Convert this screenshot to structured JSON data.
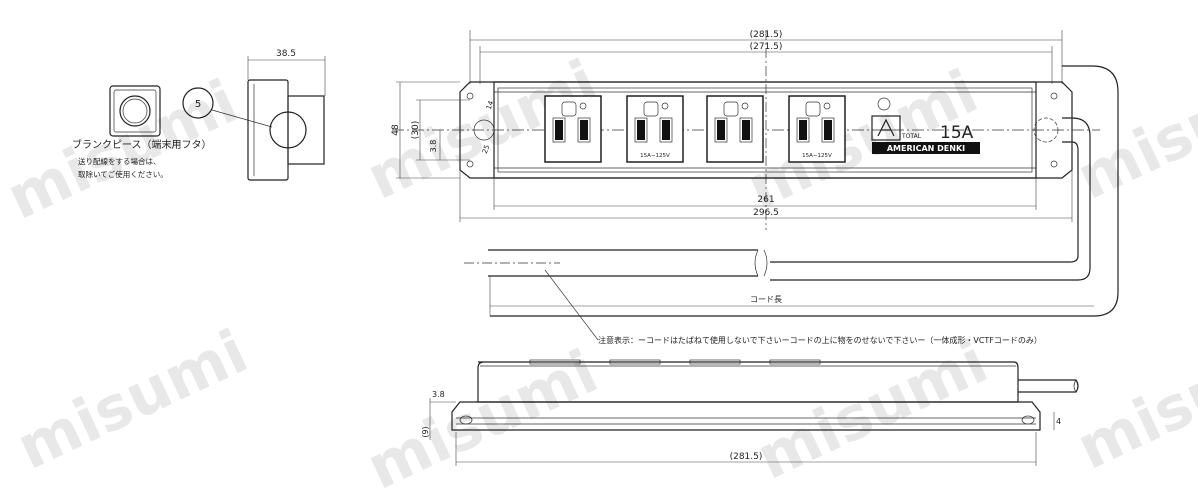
{
  "watermark": "misumi",
  "dimensions": {
    "top_outer": "(281.5)",
    "top_inner": "(271.5)",
    "mid_261": "261",
    "mid_296": "296.5",
    "side_38": "38.5",
    "height_48": "48",
    "height_30": "(30)",
    "height_38": "3.8",
    "small_14": "14",
    "small_25": "25",
    "cord_length": "コード長",
    "bottom_outer": "(281.5)",
    "bottom_38": "3.8",
    "bottom_9": "(9)",
    "bottom_4": "4"
  },
  "callout": {
    "number": "5",
    "label": "ブランクピース（端末用フタ）",
    "note_line1": "送り配線をする場合は、",
    "note_line2": "取除いてご使用ください。"
  },
  "caution": "注意表示：ーコードはたばねて使用しないで下さいーコードの上に物をのせないで下さいー（一体成形・VCTFコードのみ）",
  "outlet": {
    "rating": "15A−125V"
  },
  "brand": {
    "total_label": "TOTAL",
    "amperage": "15A",
    "name": "AMERICAN DENKI"
  }
}
